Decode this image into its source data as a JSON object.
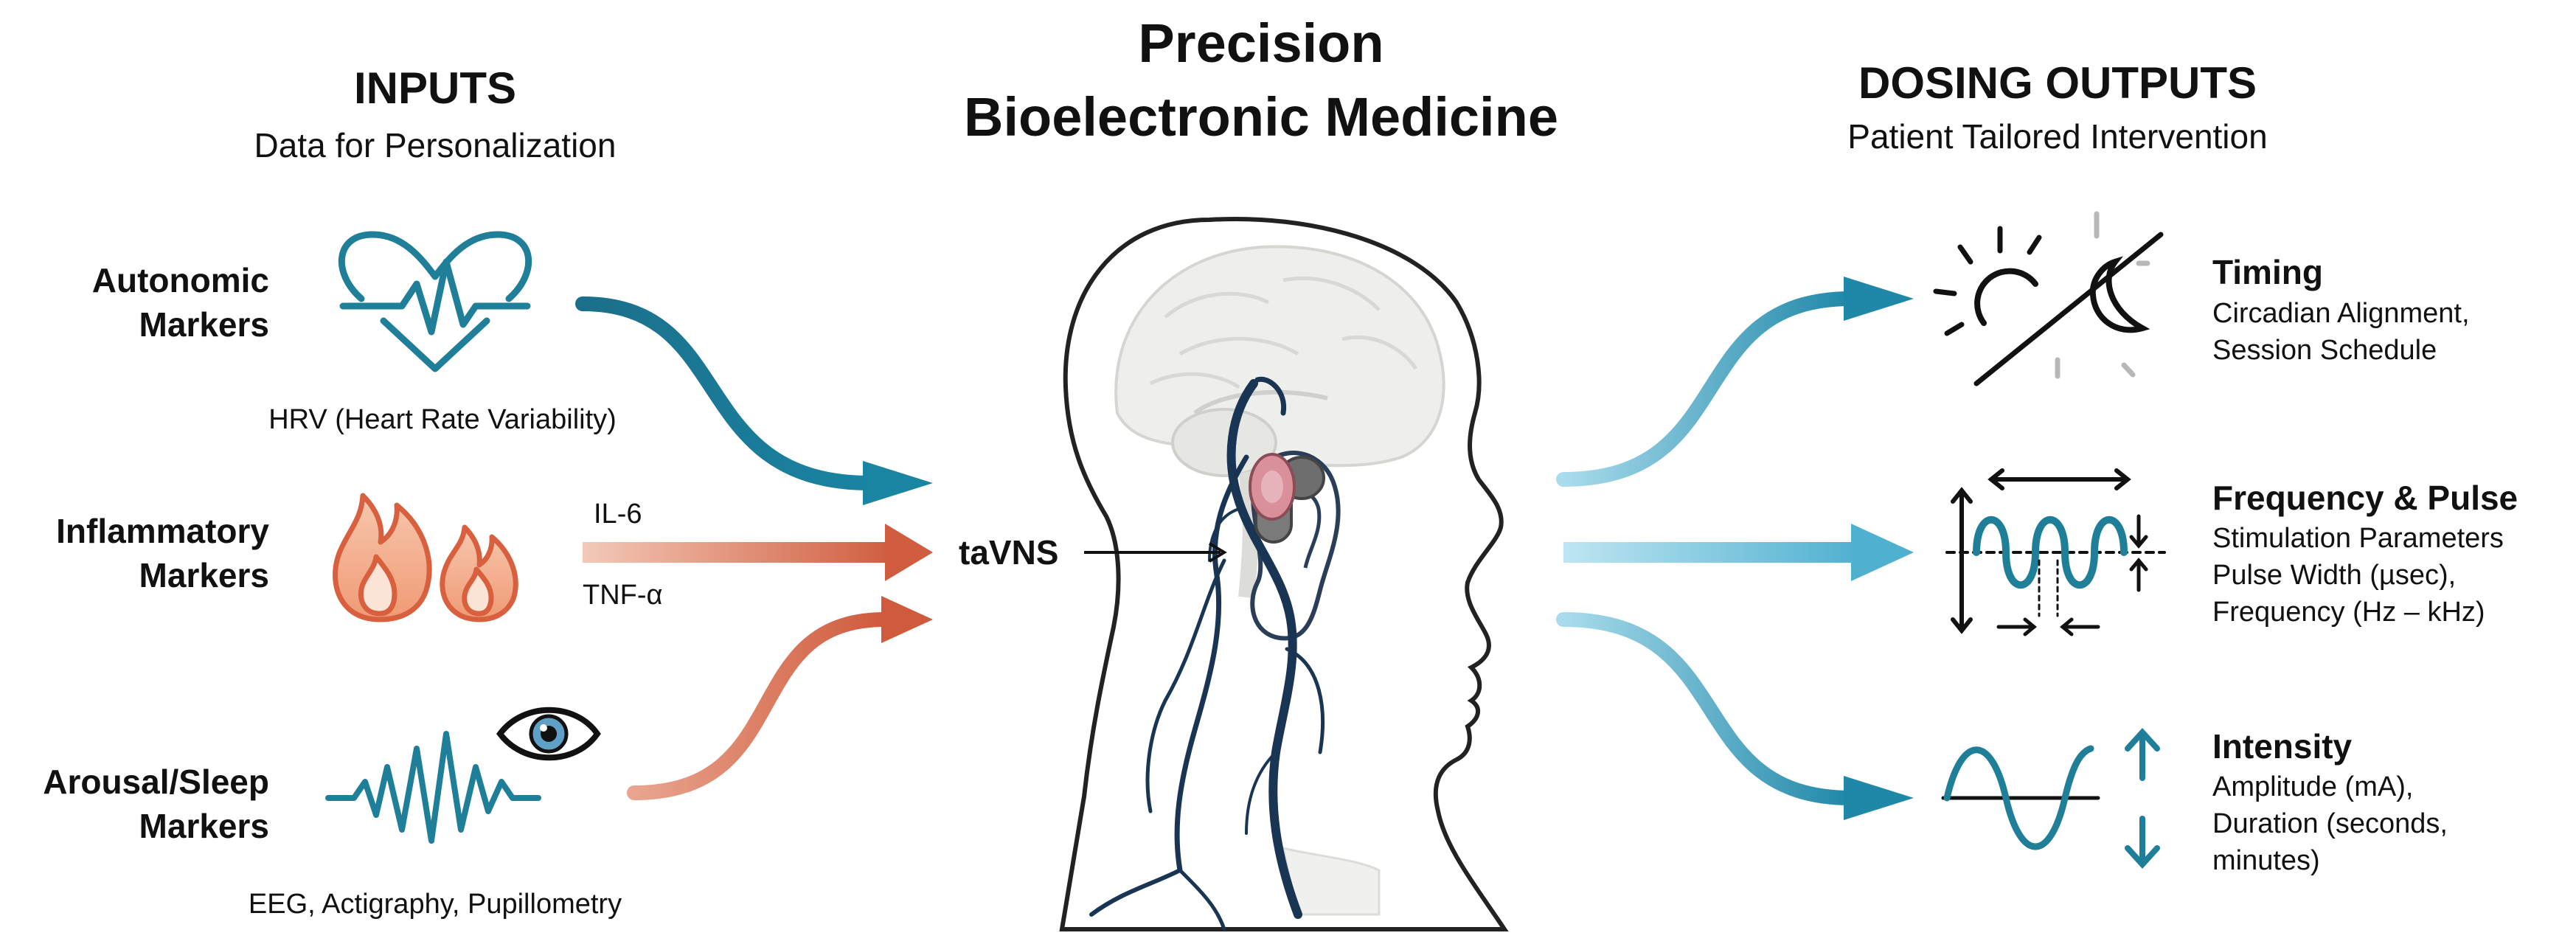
{
  "title": {
    "line1": "Precision",
    "line2": "Bioelectronic Medicine"
  },
  "inputs": {
    "heading": "INPUTS",
    "subheading": "Data for Personalization",
    "items": [
      {
        "label_l1": "Autonomic",
        "label_l2": "Markers",
        "caption": "HRV (Heart Rate Variability)",
        "icon": "heart-pulse-icon"
      },
      {
        "label_l1": "Inflammatory",
        "label_l2": "Markers",
        "marker_a": "IL-6",
        "marker_b": "TNF-α",
        "icon": "flame-icon"
      },
      {
        "label_l1": "Arousal/Sleep",
        "label_l2": "Markers",
        "caption": "EEG, Actigraphy, Pupillometry",
        "icon": "brainwave-eye-icon"
      }
    ]
  },
  "center": {
    "device_label": "taVNS"
  },
  "outputs": {
    "heading": "DOSING OUTPUTS",
    "subheading": "Patient Tailored Intervention",
    "items": [
      {
        "title": "Timing",
        "desc_l1": "Circadian Alignment,",
        "desc_l2": "Session Schedule",
        "icon": "sun-moon-icon"
      },
      {
        "title": "Frequency & Pulse",
        "desc_l1": "Stimulation Parameters",
        "desc_l2": "Pulse Width (µsec),",
        "desc_l3": "Frequency (Hz – kHz)",
        "icon": "pulse-wave-icon"
      },
      {
        "title": "Intensity",
        "desc_l1": "Amplitude (mA),",
        "desc_l2": "Duration (seconds,",
        "desc_l3": "minutes)",
        "icon": "sine-amplitude-icon"
      }
    ]
  },
  "colors": {
    "teal": "#1f7f99",
    "light_blue": "#8fcfe3",
    "coral": "#d86a4e",
    "dark_navy": "#1a3554"
  }
}
